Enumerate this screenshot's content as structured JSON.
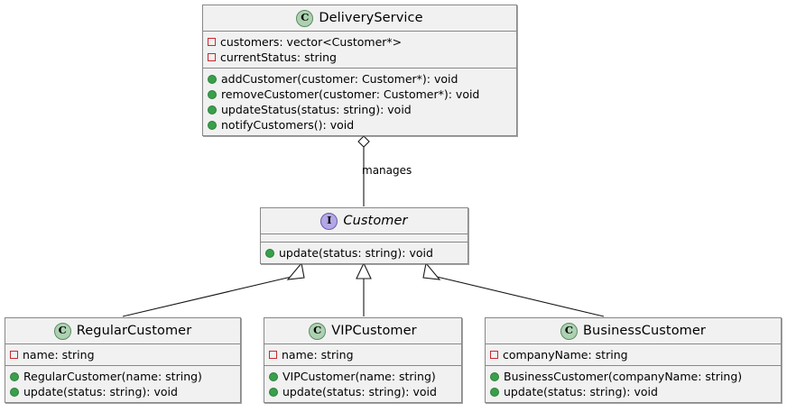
{
  "diagram": {
    "type": "uml-class-diagram",
    "background": "#FFFFFF",
    "colors": {
      "box_fill": "#F1F1F1",
      "box_border": "#888888",
      "class_icon_fill": "#ADD1B2",
      "class_icon_border": "#5B8C62",
      "interface_icon_fill": "#B4A7E5",
      "interface_icon_border": "#6B5BA8",
      "private_marker": "#C82930",
      "public_marker": "#38A04A",
      "line": "#181818"
    }
  },
  "classes": {
    "delivery_service": {
      "name": "DeliveryService",
      "stereotype_letter": "C",
      "attributes": [
        {
          "visibility": "private",
          "text": "customers: vector<Customer*>"
        },
        {
          "visibility": "private",
          "text": "currentStatus: string"
        }
      ],
      "methods": [
        {
          "visibility": "public",
          "text": "addCustomer(customer: Customer*): void"
        },
        {
          "visibility": "public",
          "text": "removeCustomer(customer: Customer*): void"
        },
        {
          "visibility": "public",
          "text": "updateStatus(status: string): void"
        },
        {
          "visibility": "public",
          "text": "notifyCustomers(): void"
        }
      ]
    },
    "customer": {
      "name": "Customer",
      "stereotype_letter": "I",
      "attributes": [],
      "methods": [
        {
          "visibility": "public",
          "text": "update(status: string): void"
        }
      ]
    },
    "regular_customer": {
      "name": "RegularCustomer",
      "stereotype_letter": "C",
      "attributes": [
        {
          "visibility": "private",
          "text": "name: string"
        }
      ],
      "methods": [
        {
          "visibility": "public",
          "text": "RegularCustomer(name: string)"
        },
        {
          "visibility": "public",
          "text": "update(status: string): void"
        }
      ]
    },
    "vip_customer": {
      "name": "VIPCustomer",
      "stereotype_letter": "C",
      "attributes": [
        {
          "visibility": "private",
          "text": "name: string"
        }
      ],
      "methods": [
        {
          "visibility": "public",
          "text": "VIPCustomer(name: string)"
        },
        {
          "visibility": "public",
          "text": "update(status: string): void"
        }
      ]
    },
    "business_customer": {
      "name": "BusinessCustomer",
      "stereotype_letter": "C",
      "attributes": [
        {
          "visibility": "private",
          "text": "companyName: string"
        }
      ],
      "methods": [
        {
          "visibility": "public",
          "text": "BusinessCustomer(companyName: string)"
        },
        {
          "visibility": "public",
          "text": "update(status: string): void"
        }
      ]
    }
  },
  "relationships": [
    {
      "id": "manages",
      "kind": "aggregation",
      "from": "DeliveryService",
      "to": "Customer",
      "label": "manages"
    },
    {
      "id": "regular-inherits",
      "kind": "realization",
      "from": "RegularCustomer",
      "to": "Customer",
      "label": ""
    },
    {
      "id": "vip-inherits",
      "kind": "realization",
      "from": "VIPCustomer",
      "to": "Customer",
      "label": ""
    },
    {
      "id": "business-inherits",
      "kind": "realization",
      "from": "BusinessCustomer",
      "to": "Customer",
      "label": ""
    }
  ]
}
